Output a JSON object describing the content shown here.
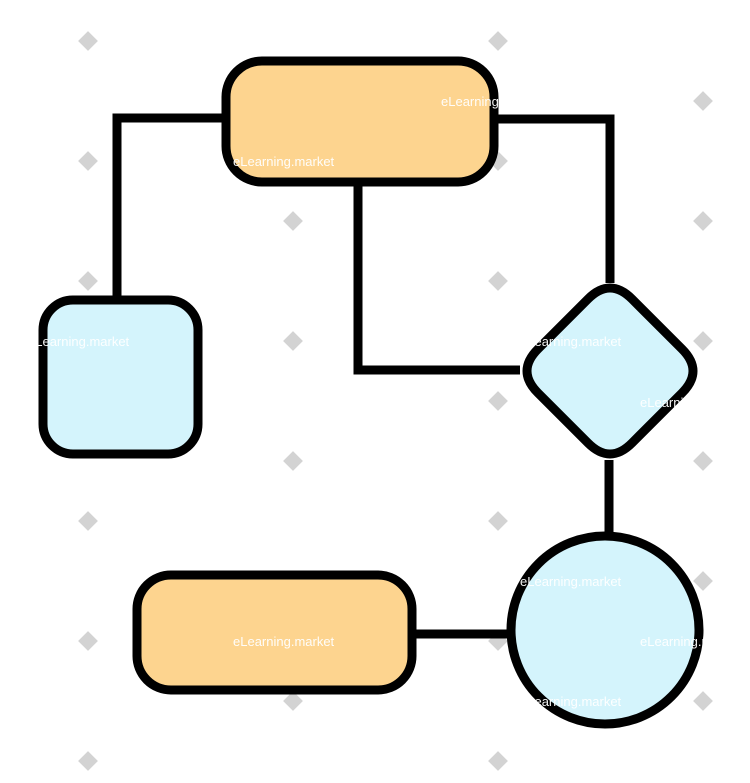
{
  "colors": {
    "background": "#ffffff",
    "stroke": "#000000",
    "orange_fill": "#fdd48f",
    "blue_fill": "#d4f4fc",
    "watermark_diamond": "#d3d3d3",
    "watermark_text": "#ffffff"
  },
  "watermark": {
    "text": "eLearning.market"
  },
  "nodes": [
    {
      "id": "top-process",
      "shape": "rounded-rectangle",
      "fill": "orange"
    },
    {
      "id": "left-box",
      "shape": "rounded-square",
      "fill": "blue"
    },
    {
      "id": "decision",
      "shape": "diamond",
      "fill": "blue"
    },
    {
      "id": "bottom-process",
      "shape": "rounded-rectangle",
      "fill": "orange"
    },
    {
      "id": "terminal",
      "shape": "circle",
      "fill": "blue"
    }
  ],
  "edges": [
    {
      "from": "top-process",
      "to": "left-box"
    },
    {
      "from": "top-process",
      "to": "decision"
    },
    {
      "from": "top-process",
      "to": "decision",
      "via": "left-elbow"
    },
    {
      "from": "decision",
      "to": "terminal"
    },
    {
      "from": "bottom-process",
      "to": "terminal"
    }
  ]
}
